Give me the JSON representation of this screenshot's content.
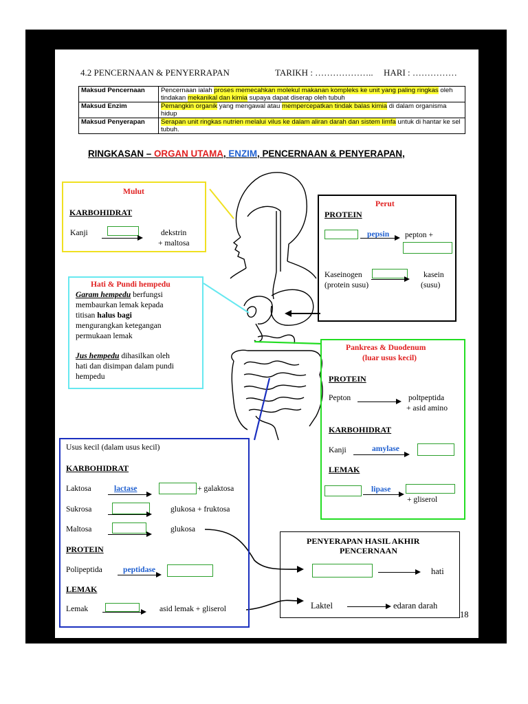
{
  "header": {
    "section": "4.2  PENCERNAAN & PENYERRAPAN",
    "tarikh": "TARIKH : ………………..",
    "hari": "HARI : ……………"
  },
  "definitions": [
    {
      "key": "Maksud Pencernaan",
      "segments": [
        {
          "t": " Pencernaan ialah ",
          "h": false
        },
        {
          "t": "proses memecahkan molekul makanan kompleks ke unit yang paling ringkas",
          "h": true
        },
        {
          "t": " oleh tindakan ",
          "h": false
        },
        {
          "t": "mekanikal dan kimia",
          "h": true
        },
        {
          "t": " supaya dapat diserap oleh tubuh",
          "h": false
        }
      ]
    },
    {
      "key": "Maksud Enzim",
      "segments": [
        {
          "t": "Pemangkin organik",
          "h": true
        },
        {
          "t": " yang mengawal atau ",
          "h": false
        },
        {
          "t": "mempercepatkan tindak balas kimia",
          "h": true
        },
        {
          "t": " di dalam organisma hidup",
          "h": false
        }
      ]
    },
    {
      "key": "Maksud Penyerapan",
      "segments": [
        {
          "t": "Serapan unit ringkas nutrien melalui vilus ke dalam aliran darah dan sistem limfa",
          "h": true
        },
        {
          "t": " untuk di hantar ke sel tubuh.",
          "h": false
        }
      ]
    }
  ],
  "summary_title": {
    "part1": "RINGKASAN – ",
    "part2": "ORGAN UTAMA",
    "part3": ", ",
    "part4": "ENZIM",
    "part5": ", PENCERNAAN & PENYERAPAN,"
  },
  "mulut": {
    "title": "Mulut",
    "heading": "KARBOHIDRAT",
    "substrate": "Kanji",
    "product1": "dekstrin",
    "product2": "+ maltosa"
  },
  "perut": {
    "title": "Perut",
    "heading": "PROTEIN",
    "enzyme": "pepsin",
    "product": "pepton  +",
    "substrate2": "Kaseinogen",
    "substrate2_note": "(protein susu)",
    "product2": "kasein",
    "product2_note": "(susu)"
  },
  "hati": {
    "title": "Hati & Pundi hempedu",
    "p1_term": "Garam hempedu",
    "p1_l1": " berfungsi",
    "p1_l2": "membaurkan lemak kepada",
    "p1_l3a": "titisan ",
    "p1_l3b": "halus bagi",
    "p1_l4": "mengurangkan ketegangan",
    "p1_l5": "permukaan lemak",
    "p2_term": "Jus hempedu",
    "p2_l1": " dihasilkan oleh",
    "p2_l2": "hati dan disimpan dalam pundi",
    "p2_l3": "hempedu"
  },
  "pankreas": {
    "title1": "Pankreas & Duodenum",
    "title2": "(luar usus kecil)",
    "h_protein": "PROTEIN",
    "pepton": "Pepton",
    "poltpeptida": "poltpeptida",
    "asid_amino": "+ asid amino",
    "h_karbo": "KARBOHIDRAT",
    "kanji": "Kanji",
    "amylase": "amylase",
    "h_lemak": "LEMAK",
    "lipase": "lipase",
    "gliserol": "+ gliserol"
  },
  "usus": {
    "title": "Usus kecil (dalam usus kecil)",
    "h_karbo": "KARBOHIDRAT",
    "laktosa": "Laktosa",
    "lactase": "lactase",
    "galaktosa": "+ galaktosa",
    "sukrosa": "Sukrosa",
    "glu_fru": "glukosa + fruktosa",
    "maltosa": "Maltosa",
    "glukosa": "glukosa",
    "h_protein": "PROTEIN",
    "polipeptida": "Polipeptida",
    "peptidase": "peptidase",
    "h_lemak": "LEMAK",
    "lemak": "Lemak",
    "asid_lemak": "asid lemak  + gliserol"
  },
  "penyerapan": {
    "title1": "PENYERAPAN HASIL AKHIR",
    "title2": "PENCERNAAN",
    "hati": "hati",
    "laktel": "Laktel",
    "edaran": "edaran darah"
  },
  "page_number": "18",
  "colors": {
    "mulut": "#f0e020",
    "perut": "#000000",
    "hati": "#66e8f0",
    "pankreas": "#22dd22",
    "usus": "#1a2fbf",
    "highlight": "#ffff33",
    "red": "#e02020",
    "blue": "#2060d0"
  }
}
